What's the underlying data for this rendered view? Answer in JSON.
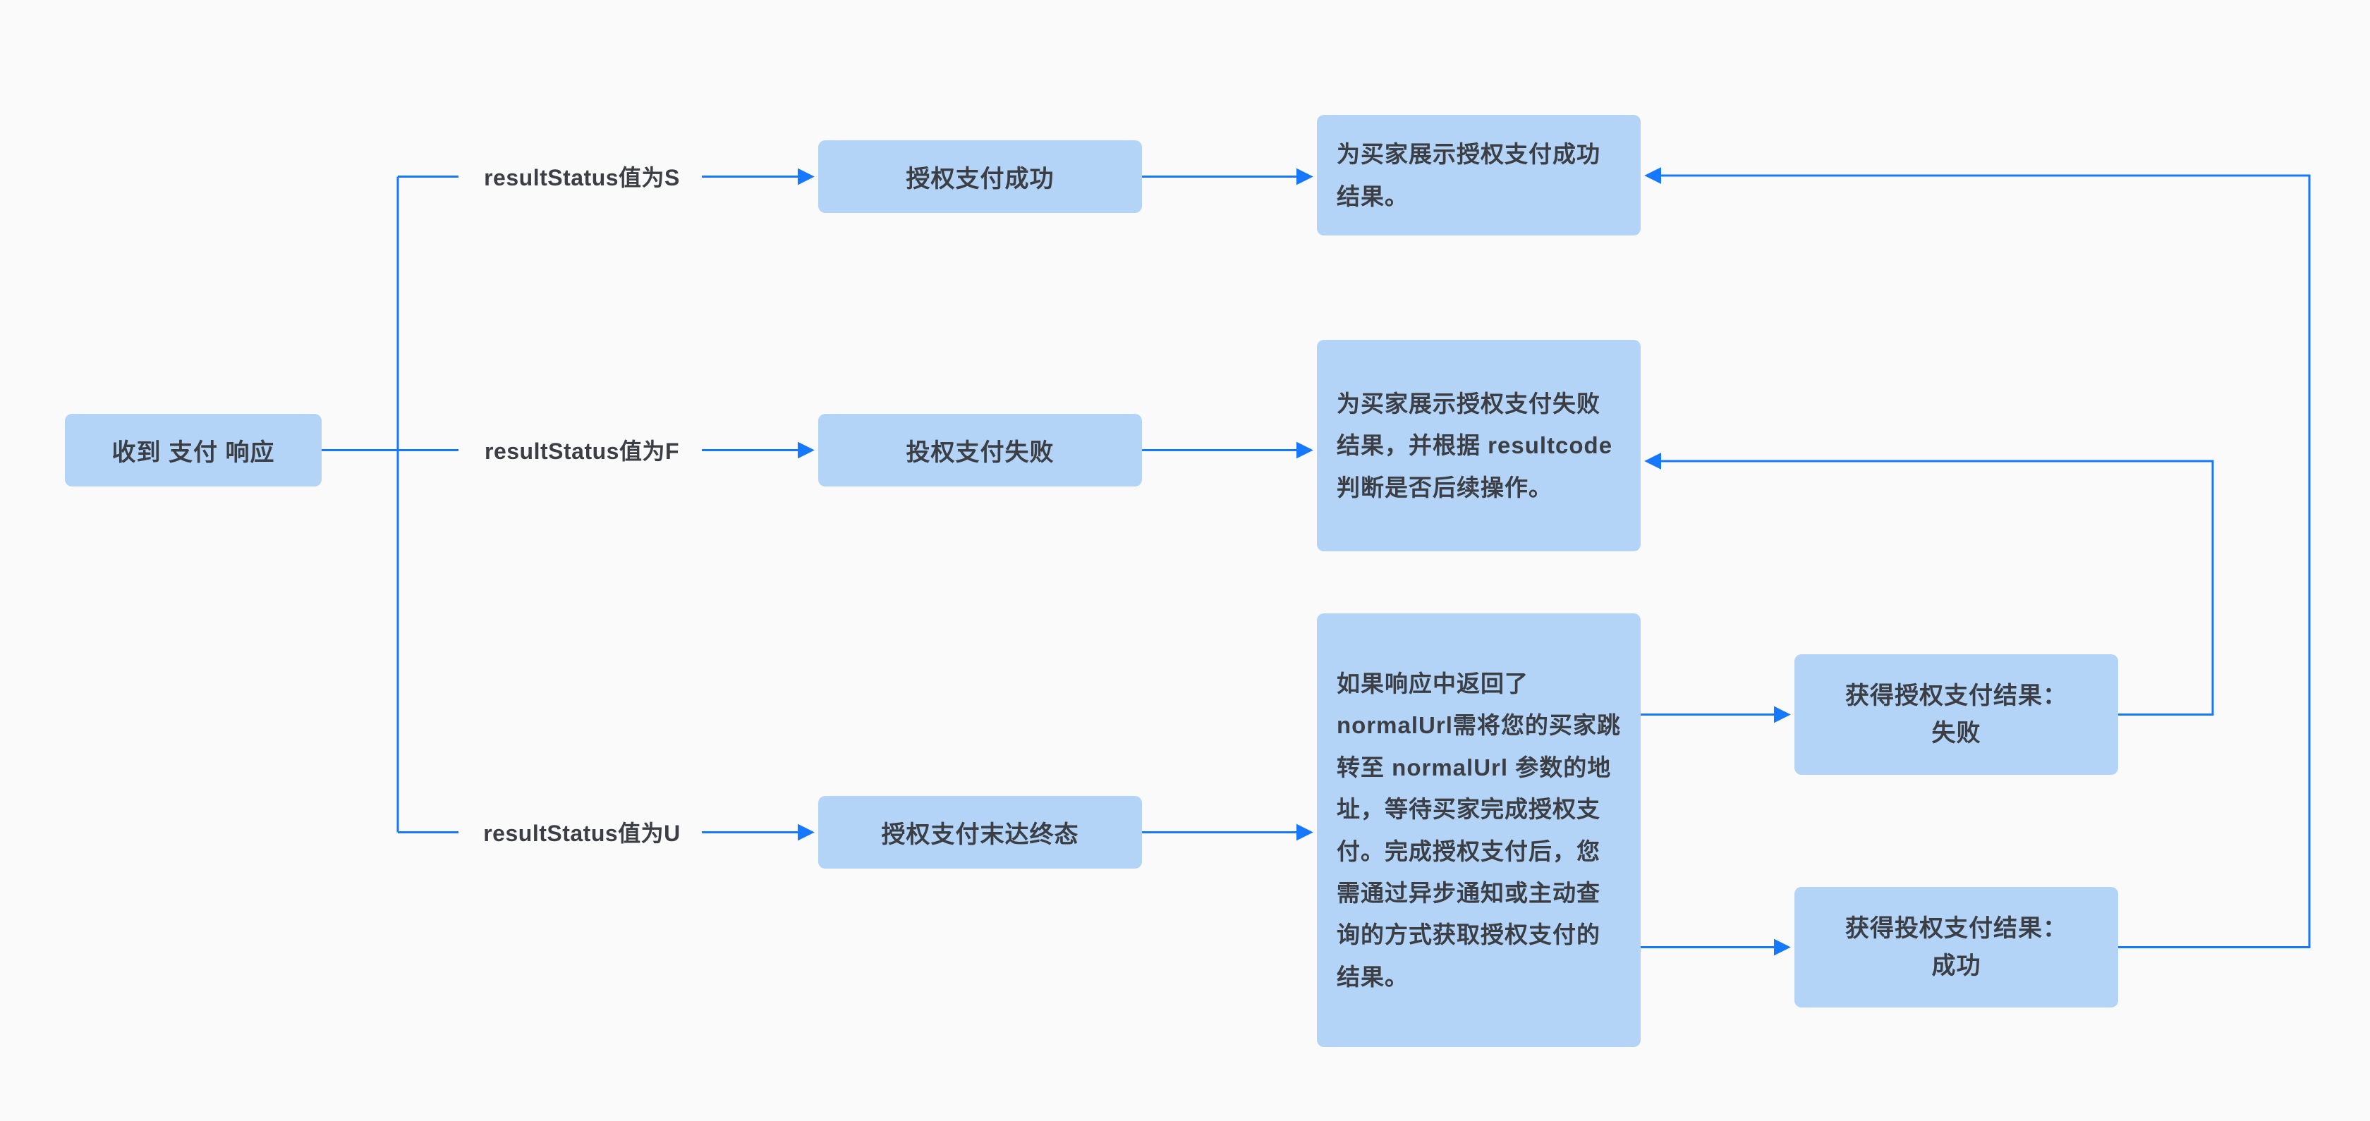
{
  "diagram": {
    "background_color": "#fafafa",
    "node_fill_color": "#b3d4f7",
    "arrow_color": "#1677ff",
    "text_color": "#3b3f45",
    "nodes": {
      "start": {
        "label": "收到 支付 响应"
      },
      "branch_s": {
        "label": "resultStatus值为S"
      },
      "branch_f": {
        "label": "resultStatus值为F"
      },
      "branch_u": {
        "label": "resultStatus值为U"
      },
      "mid_s": {
        "label": "授权支付成功"
      },
      "mid_f": {
        "label": "投权支付失败"
      },
      "mid_u": {
        "label": "授权支付末达终态"
      },
      "result_s": {
        "text": "为买家展示授权支付成功结果。"
      },
      "result_f": {
        "text": "为买家展示授权支付失败结果，并根据 resultcode 判断是否后续操作。"
      },
      "result_u": {
        "text": "如果响应中返回了normalUrl需将您的买家跳转至 normalUrl 参数的地址，等待买家完成授权支付。完成授权支付后，您需通过异步通知或主动查询的方式获取授权支付的结果。"
      },
      "final_fail": {
        "line1": "获得授权支付结果：",
        "line2": "失败"
      },
      "final_success": {
        "line1": "获得投权支付结果：",
        "line2": "成功"
      }
    },
    "edges": [
      "start -> branch_s",
      "start -> branch_f",
      "start -> branch_u",
      "branch_s -> mid_s",
      "branch_f -> mid_f",
      "branch_u -> mid_u",
      "mid_s -> result_s",
      "mid_f -> result_f",
      "mid_u -> result_u",
      "result_u -> final_fail",
      "result_u -> final_success",
      "final_fail -> result_f",
      "final_success -> result_s"
    ]
  }
}
